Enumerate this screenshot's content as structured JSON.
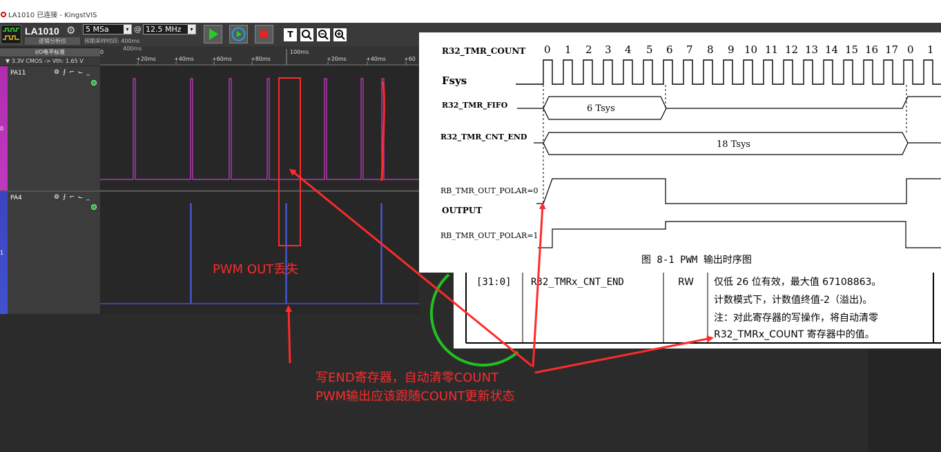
{
  "window": {
    "title": "LA1010 已连接 - KingstVIS"
  },
  "toolbar": {
    "device_name": "LA1010",
    "device_sub": "逻辑分析仪",
    "sample_rate": "5 MSa",
    "at": "@",
    "sample_freq": "12.5 MHz",
    "estimated_time": "预期采样时间: 400ms",
    "zoom_tools": [
      "T",
      "Q",
      "Q-",
      "Q+"
    ]
  },
  "io": {
    "label": "I/O电平标准",
    "standard": "▼  3.3V CMOS  -> Vth: 1.65 V"
  },
  "ruler": {
    "left_mark": "0",
    "ticks": [
      "+20ms",
      "+40ms",
      "+60ms",
      "+80ms",
      "+20ms",
      "+40ms",
      "+60"
    ],
    "center_label": "100ms",
    "duration": "400ms"
  },
  "channels": [
    {
      "name": "PA11",
      "index": "0",
      "controls": "⚙ ⨍ ⌐ ⌙ _"
    },
    {
      "name": "PA4",
      "index": "1",
      "controls": "⚙ ⨍ ⌐ ⌙ _"
    }
  ],
  "doc": {
    "signals": {
      "count": "R32_TMR_COUNT",
      "fsys": "Fsys",
      "fifo": "R32_TMR_FIFO",
      "cnt_end": "R32_TMR_CNT_END",
      "polar0": "RB_TMR_OUT_POLAR=0",
      "output": "OUTPUT",
      "polar1": "RB_TMR_OUT_POLAR=1"
    },
    "count_values": [
      "0",
      "1",
      "2",
      "3",
      "4",
      "5",
      "6",
      "7",
      "8",
      "9",
      "10",
      "11",
      "12",
      "13",
      "14",
      "15",
      "16",
      "17",
      "0",
      "1"
    ],
    "fifo_value": "6 Tsys",
    "cnt_end_value": "18 Tsys",
    "caption": "图 8-1 PWM 输出时序图"
  },
  "register_table": {
    "bits": "[31:0]",
    "name": "R32_TMRx_CNT_END",
    "access": "RW",
    "desc": [
      "仅低 26 位有效，最大值 67108863。",
      "计数模式下，计数值终值-2（溢出)。",
      "注：对此寄存器的写操作，将自动清零",
      "R32_TMRx_COUNT 寄存器中的值。"
    ]
  },
  "annotations": {
    "pwm_lost": "PWM OUT丢失",
    "note_line1": "写END寄存器，自动清零COUNT",
    "note_line2": "PWM输出应该跟随COUNT更新状态",
    "color": "#ff2a2a"
  },
  "colors": {
    "ch0_wave": "#d23ad2",
    "ch1_wave": "#4a5ae8",
    "accent_green": "#22c022"
  }
}
